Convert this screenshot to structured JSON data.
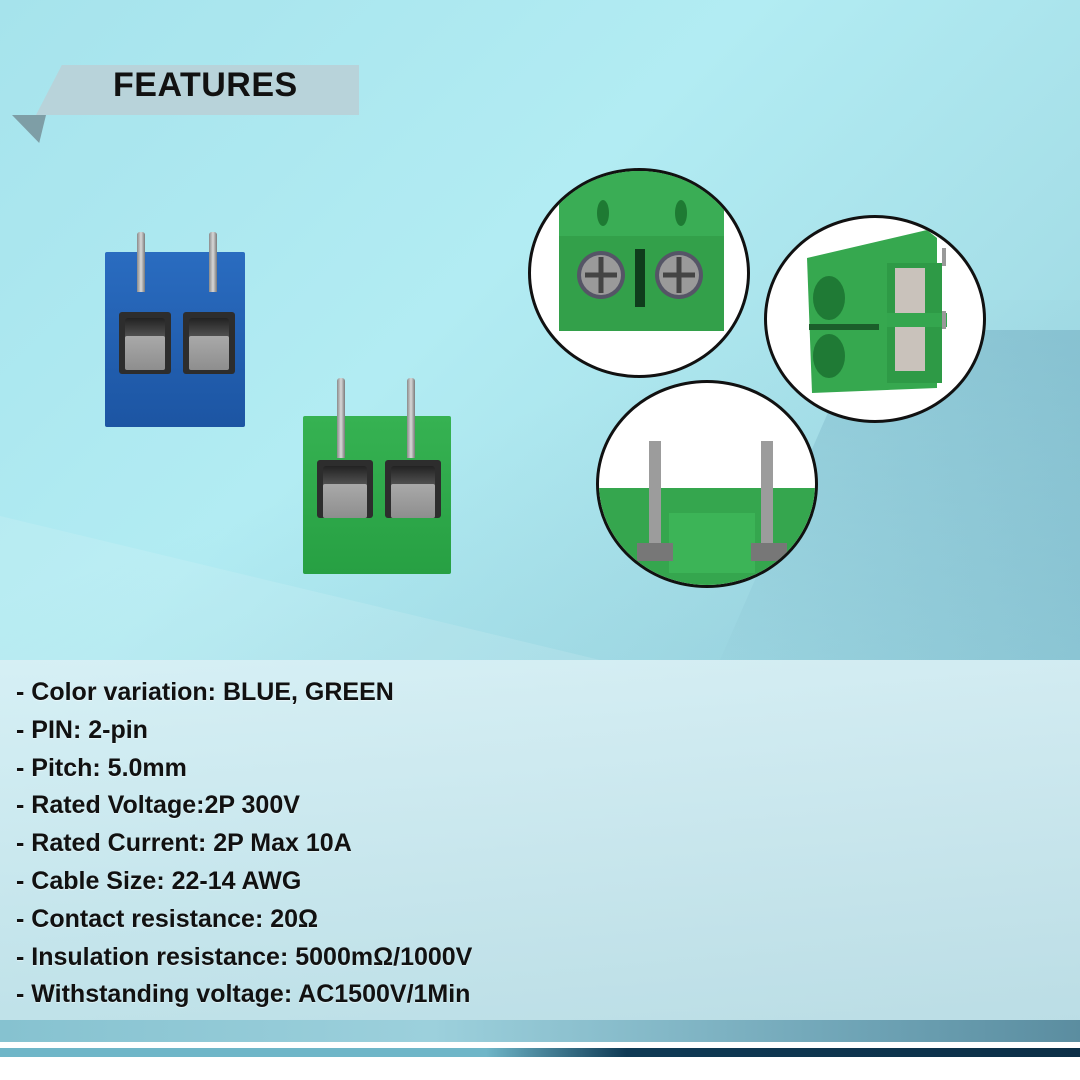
{
  "header": {
    "title": "FEATURES"
  },
  "colors": {
    "background": "#a6e3ec",
    "ribbon": "#b8d3da",
    "ribbon_fold": "#7e9ea6",
    "blue_terminal": "#1f5fb0",
    "green_terminal": "#2fa84a",
    "footer_dark": "#0c2f47"
  },
  "products": [
    {
      "name": "Blue 2-pin screw terminal block",
      "color": "blue"
    },
    {
      "name": "Green 2-pin screw terminal block",
      "color": "green"
    }
  ],
  "detail_views": [
    {
      "view": "top view with screws"
    },
    {
      "view": "side view with wire entries"
    },
    {
      "view": "pin close-up"
    }
  ],
  "specs": [
    "- Color variation: BLUE, GREEN",
    "- PIN: 2-pin",
    "- Pitch: 5.0mm",
    "- Rated Voltage:2P 300V",
    "- Rated Current: 2P Max 10A",
    "- Cable Size: 22-14 AWG",
    "- Contact resistance: 20Ω",
    "- Insulation resistance: 5000mΩ/1000V",
    "- Withstanding voltage: AC1500V/1Min"
  ]
}
